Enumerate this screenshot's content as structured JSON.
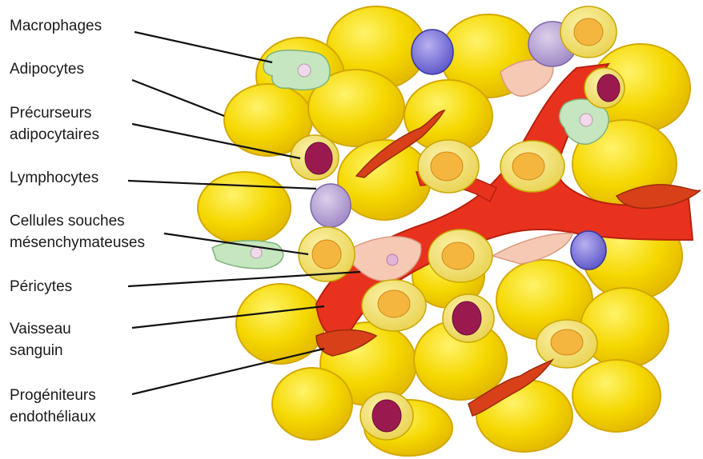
{
  "labels": {
    "macrophages": "Macrophages",
    "adipocytes": "Adipocytes",
    "precurseurs_l1": "Précurseurs",
    "precurseurs_l2": "adipocytaires",
    "lymphocytes": "Lymphocytes",
    "cellules_l1": "Cellules souches",
    "cellules_l2": "mésenchymateuses",
    "pericytes": "Péricytes",
    "vaisseau_l1": "Vaisseau",
    "vaisseau_l2": "sanguin",
    "progeniteurs_l1": "Progéniteurs",
    "progeniteurs_l2": "endothéliaux"
  },
  "colors": {
    "adipocyte": "#f5d800",
    "adipocyte_edge": "#c9a400",
    "vessel": "#e8321e",
    "precursor": "#f2e27a",
    "precursor_nucleus": "#f0a02a",
    "macrophage": "#c6e6bf",
    "lymphocyte": "#b7a3d6",
    "pericyte": "#f6c9b4",
    "progenitor": "#d8401a",
    "nucleus_dark": "#9a1a50"
  }
}
